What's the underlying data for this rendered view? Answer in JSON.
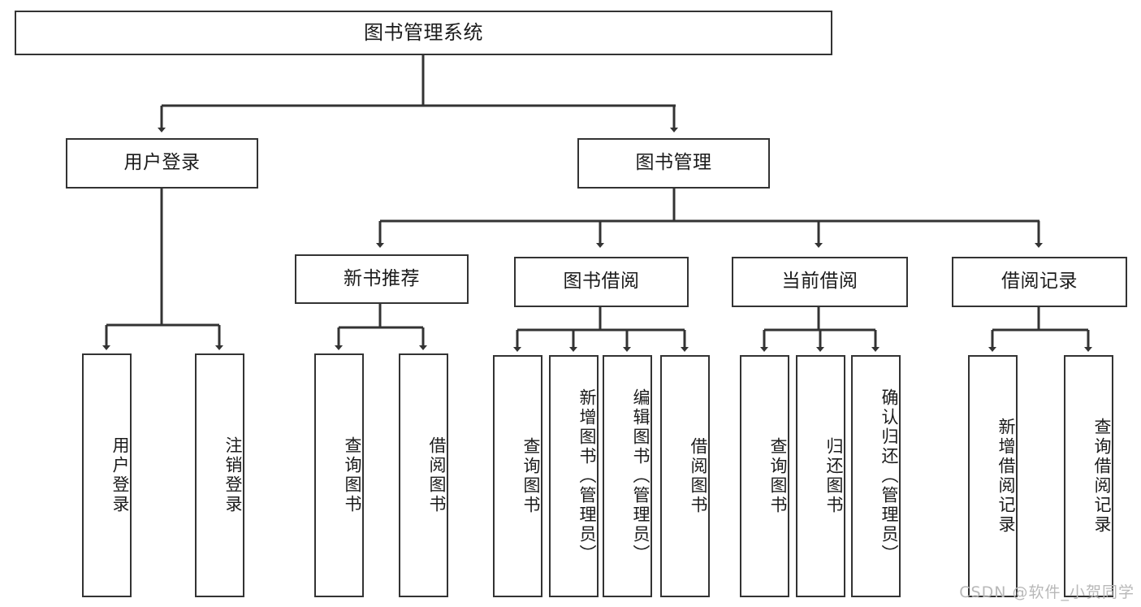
{
  "diagram": {
    "type": "tree",
    "title": "图书管理系统",
    "root": {
      "label": "图书管理系统"
    },
    "level2": [
      {
        "label": "用户登录"
      },
      {
        "label": "图书管理"
      }
    ],
    "level3": [
      {
        "label": "新书推荐"
      },
      {
        "label": "图书借阅"
      },
      {
        "label": "当前借阅"
      },
      {
        "label": "借阅记录"
      }
    ],
    "leaves": {
      "user_login": [
        {
          "label": "用户登录"
        },
        {
          "label": "注销登录"
        }
      ],
      "new_book_recommend": [
        {
          "label": "查询图书"
        },
        {
          "label": "借阅图书"
        }
      ],
      "book_borrow": [
        {
          "label": "查询图书"
        },
        {
          "label": "新增图书（管理员）"
        },
        {
          "label": "编辑图书（管理员）"
        },
        {
          "label": "借阅图书"
        }
      ],
      "current_borrow": [
        {
          "label": "查询图书"
        },
        {
          "label": "归还图书"
        },
        {
          "label": "确认归还（管理员）"
        }
      ],
      "borrow_records": [
        {
          "label": "新增借阅记录"
        },
        {
          "label": "查询借阅记录"
        }
      ]
    }
  },
  "watermark": {
    "text": "CSDN @软件_小贺同学"
  },
  "colors": {
    "border": "#333333",
    "background": "#ffffff",
    "text": "#1b1b1b",
    "watermark": "#b8b8b8"
  }
}
